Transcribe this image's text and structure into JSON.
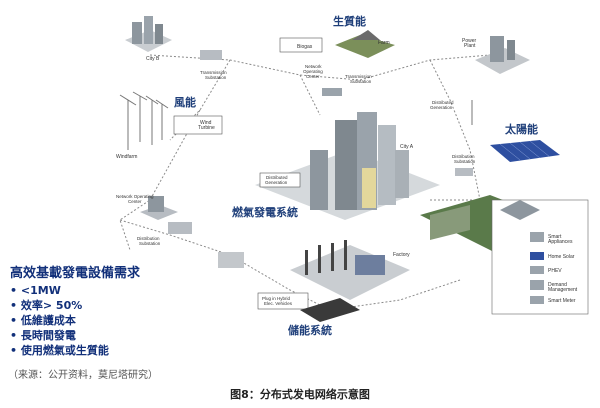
{
  "labels": {
    "city_b": "City B",
    "transmission_substation_left": "Transmission\nSubstation",
    "biomass_title": "生質能",
    "biogas": "Biogas",
    "farm": "Farm",
    "network_operating_center_top": "Network\nOperating\nCenter",
    "transmission_substation_mid": "Transmission\nSubstation",
    "power_plant": "Power\nPlant",
    "wind_title": "風能",
    "wind_turbine": "Wind\nTurbine",
    "windfarm": "Windfarm",
    "distributed_generation_right": "Distributed\nGeneration",
    "solar_title": "太陽能",
    "city_a": "City A",
    "distribution_substation_right": "Distribution\nSubstation",
    "distributed_generation_center": "Distributed\nGeneration",
    "network_operating_center_left": "Network Operating\nCenter",
    "gas_power_title": "燃氣發電系統",
    "distribution_substation_left": "Distribution\nSubstation",
    "factory": "Factory",
    "storage_title": "儲能系統",
    "plugin_hybrid": "Plug in Hybrid\nElec. Vehicles",
    "home_legend": [
      "Smart\nAppliances",
      "Home Solar",
      "PHEV",
      "Demand\nManagement",
      "Smart Meter"
    ]
  },
  "requirements": {
    "title": "高效基載發電設備需求",
    "items": [
      "<1MW",
      "效率> 50%",
      "低維護成本",
      "長時間發電",
      "使用燃氣或生質能"
    ]
  },
  "source": "（来源：公开资料，莫尼塔研究）",
  "caption": "图8：分布式发电网络示意图",
  "colors": {
    "title_blue": "#1f3f7a",
    "panel_blue": "#2e4fa0",
    "building_gray": "#a9b0b6",
    "ground_green": "#5a7a4a"
  }
}
